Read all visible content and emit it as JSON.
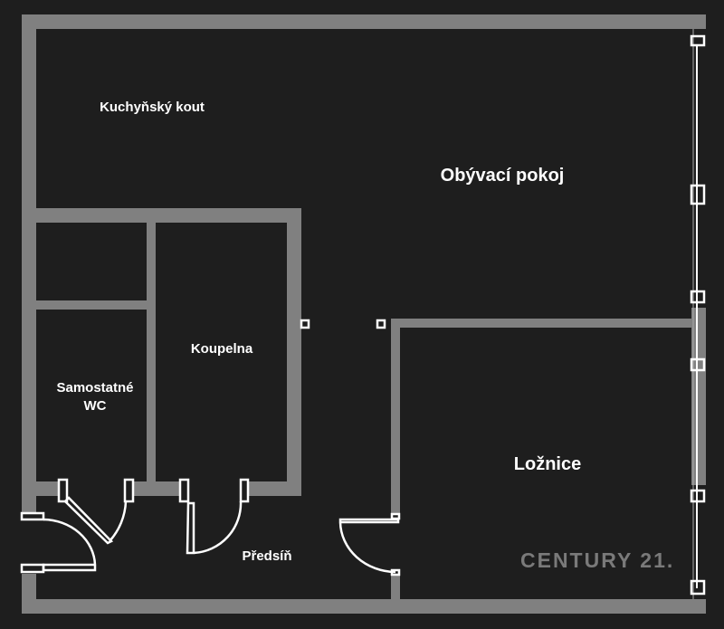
{
  "rooms": {
    "kitchen": "Kuchyňský kout",
    "living": "Obývací pokoj",
    "bathroom": "Koupelna",
    "wc": "Samostatné WC",
    "hall": "Předsíň",
    "bedroom": "Ložnice"
  },
  "logo": "CENTURY 21.",
  "colors": {
    "background": "#1e1e1e",
    "wall": "#808080",
    "door": "#ffffff"
  }
}
